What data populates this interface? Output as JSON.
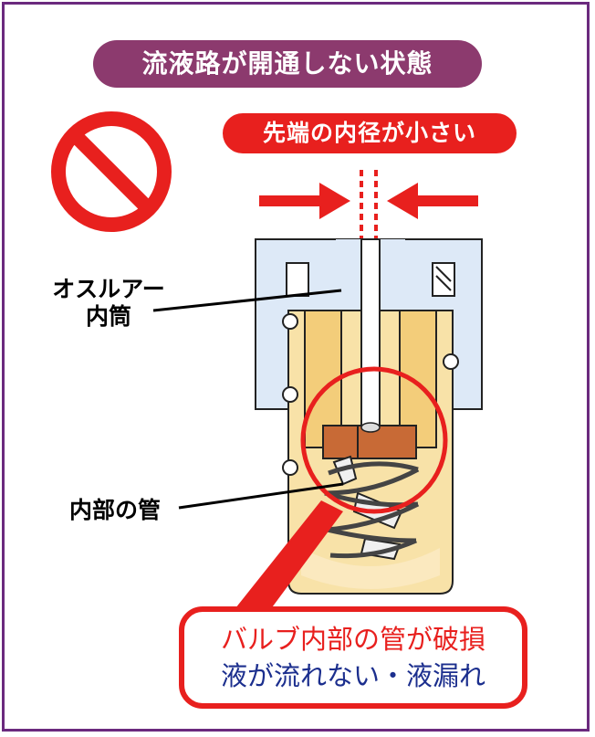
{
  "title": "流液路が開通しない状態",
  "subtitle": "先端の内径が小さい",
  "labels": {
    "outer_cylinder": [
      "オスルアー",
      "内筒"
    ],
    "inner_tube": "内部の管"
  },
  "callout": {
    "line1": "バルブ内部の管が破損",
    "line2": "液が流れない・液漏れ"
  },
  "icons": {
    "prohibited": "prohibited-icon"
  },
  "colors": {
    "title_bg": "#8c3a6e",
    "accent_red": "#e8201e",
    "callout_blue": "#1c2f8e",
    "frame": "#6b2a7e",
    "luer_blue": "#dde9f7",
    "valve_yellow": "#f8e2a8",
    "disc_brown": "#c86a36"
  }
}
